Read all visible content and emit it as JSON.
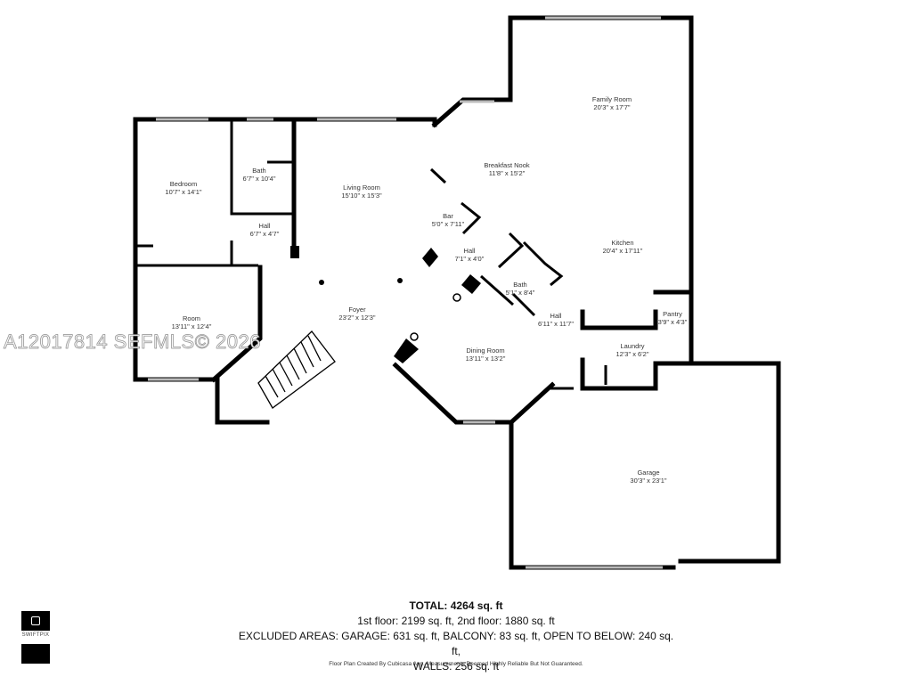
{
  "rooms": [
    {
      "name": "Family Room",
      "dims": "20'3\" x 17'7\""
    },
    {
      "name": "Breakfast Nook",
      "dims": "11'8\" x 15'2\""
    },
    {
      "name": "Bedroom",
      "dims": "10'7\" x 14'1\""
    },
    {
      "name": "Bath",
      "dims": "6'7\" x 10'4\""
    },
    {
      "name": "Living Room",
      "dims": "15'10\" x 15'3\""
    },
    {
      "name": "Bar",
      "dims": "5'0\" x 7'11\""
    },
    {
      "name": "Hall",
      "dims": "6'7\" x 4'7\""
    },
    {
      "name": "Hall",
      "dims": "7'1\" x 4'0\""
    },
    {
      "name": "Kitchen",
      "dims": "20'4\" x 17'11\""
    },
    {
      "name": "Bath",
      "dims": "5'1\" x 8'4\""
    },
    {
      "name": "Pantry",
      "dims": "3'9\" x 4'3\""
    },
    {
      "name": "Foyer",
      "dims": "23'2\" x 12'3\""
    },
    {
      "name": "Room",
      "dims": "13'11\" x 12'4\""
    },
    {
      "name": "Hall",
      "dims": "6'11\" x 11'7\""
    },
    {
      "name": "Dining Room",
      "dims": "13'11\" x 13'2\""
    },
    {
      "name": "Laundry",
      "dims": "12'3\" x 6'2\""
    },
    {
      "name": "Garage",
      "dims": "30'3\" x 23'1\""
    }
  ],
  "watermark": "A12017814 SEFMLS© 2026",
  "summary": {
    "total": "TOTAL: 4264 sq. ft",
    "floors": "1st floor: 2199 sq. ft, 2nd floor: 1880 sq. ft",
    "excluded": "EXCLUDED AREAS: GARAGE: 631 sq. ft, BALCONY: 83 sq. ft, OPEN TO BELOW: 240 sq. ft,",
    "walls": "WALLS: 256 sq. ft"
  },
  "disclaimer": "Floor Plan Created By Cubicasa App. Measurements Deemed Highly Reliable But Not Guaranteed.",
  "logo_text": "SWIFTPIX",
  "colors": {
    "wall": "#000000",
    "window": "#bbbbbb",
    "background": "#ffffff"
  }
}
